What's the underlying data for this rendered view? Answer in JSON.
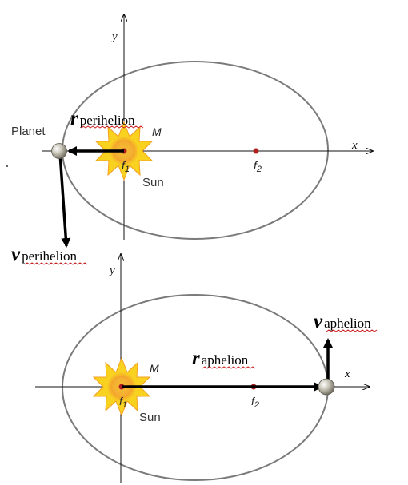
{
  "top_panel": {
    "y_axis_label": "y",
    "x_axis_label": "x",
    "planet_label": "Planet",
    "mass_label": "M",
    "focus1_label": "f",
    "focus1_sub": "1",
    "focus2_label": "f",
    "focus2_sub": "2",
    "sun_label": "Sun",
    "r_symbol": "r",
    "r_subscript": "perihelion",
    "v_symbol": "v",
    "v_subscript": "perihelion"
  },
  "bottom_panel": {
    "y_axis_label": "y",
    "x_axis_label": "x",
    "mass_label": "M",
    "focus1_label": "f",
    "focus1_sub": "1",
    "focus2_label": "f",
    "focus2_sub": "2",
    "sun_label": "Sun",
    "r_symbol": "r",
    "r_subscript": "aphelion",
    "v_symbol": "v",
    "v_subscript": "aphelion"
  },
  "colors": {
    "orbit": "#7a7a7a",
    "axis": "#111111",
    "vector": "#000000",
    "sun_ray": "#f7d21a",
    "sun_core": "#f19a2a",
    "focus_dot": "#b02020"
  },
  "icons": {
    "sun": "sun-starburst-icon",
    "planet": "planet-sphere-icon"
  }
}
